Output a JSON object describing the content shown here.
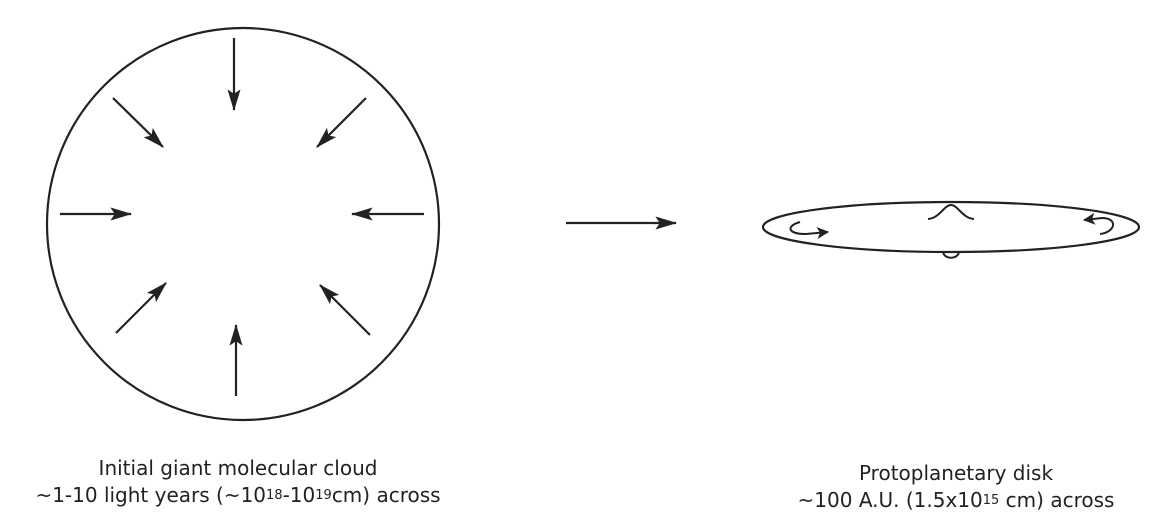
{
  "colors": {
    "background": "#ffffff",
    "ink": "#222222"
  },
  "cloud": {
    "title": "Initial giant molecular cloud",
    "size_prefix": "~1-10 light years (~10",
    "exp1": "18",
    "dash": "-10",
    "exp2": "19",
    "size_suffix": "cm) across"
  },
  "disk": {
    "title": "Protoplanetary disk",
    "size_prefix": "~100 A.U. (1.5x10",
    "exp": "15",
    "size_suffix": " cm) across"
  },
  "icons": {
    "collapse_arrows": "inward-arrow",
    "transition_arrow": "right-arrow",
    "rotation_arrows": "curved-arrow"
  }
}
